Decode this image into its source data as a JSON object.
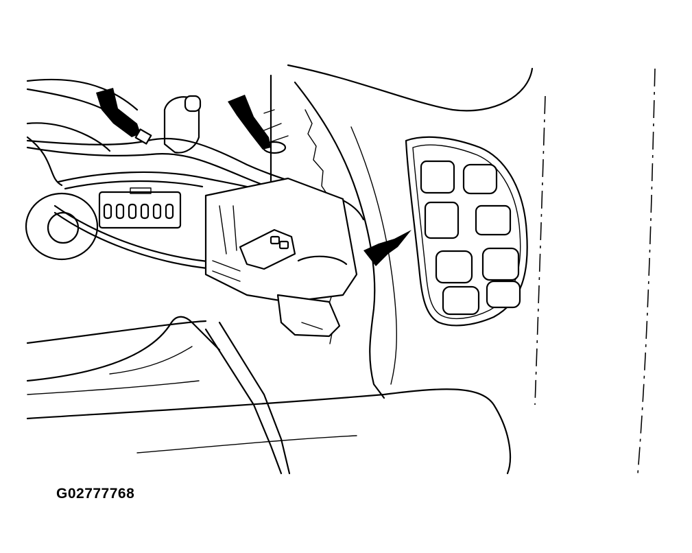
{
  "figure": {
    "id_label": "G02777768"
  },
  "colors": {
    "ink": "#000000",
    "paper": "#ffffff"
  },
  "callouts": [
    {
      "name": "harness-retainer-arrow",
      "icon": "callout-arrow-icon"
    },
    {
      "name": "wire-clip-arrow",
      "icon": "callout-arrow-icon"
    },
    {
      "name": "switch-panel-arrow",
      "icon": "callout-arrow-icon"
    }
  ]
}
